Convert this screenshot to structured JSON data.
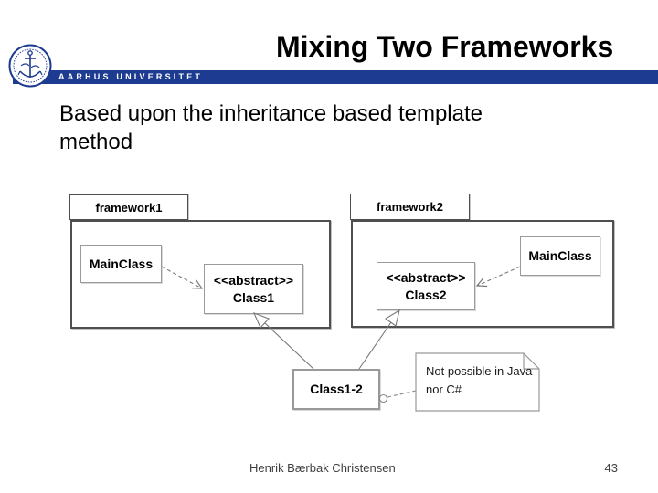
{
  "slide": {
    "title": "Mixing Two Frameworks",
    "subtitle": "Based upon the inheritance based template method"
  },
  "header": {
    "university": "AARHUS UNIVERSITET",
    "brand_blue": "#1d3b90"
  },
  "diagram": {
    "package1": {
      "name": "framework1",
      "main_class": "MainClass",
      "stereotype": "<<abstract>>",
      "abstract_name": "Class1"
    },
    "package2": {
      "name": "framework2",
      "main_class": "MainClass",
      "stereotype": "<<abstract>>",
      "abstract_name": "Class2"
    },
    "subclass_name": "Class1-2",
    "note_text": "Not possible in Java nor C#"
  },
  "footer": {
    "author": "Henrik Bærbak Christensen",
    "page_number": "43"
  }
}
